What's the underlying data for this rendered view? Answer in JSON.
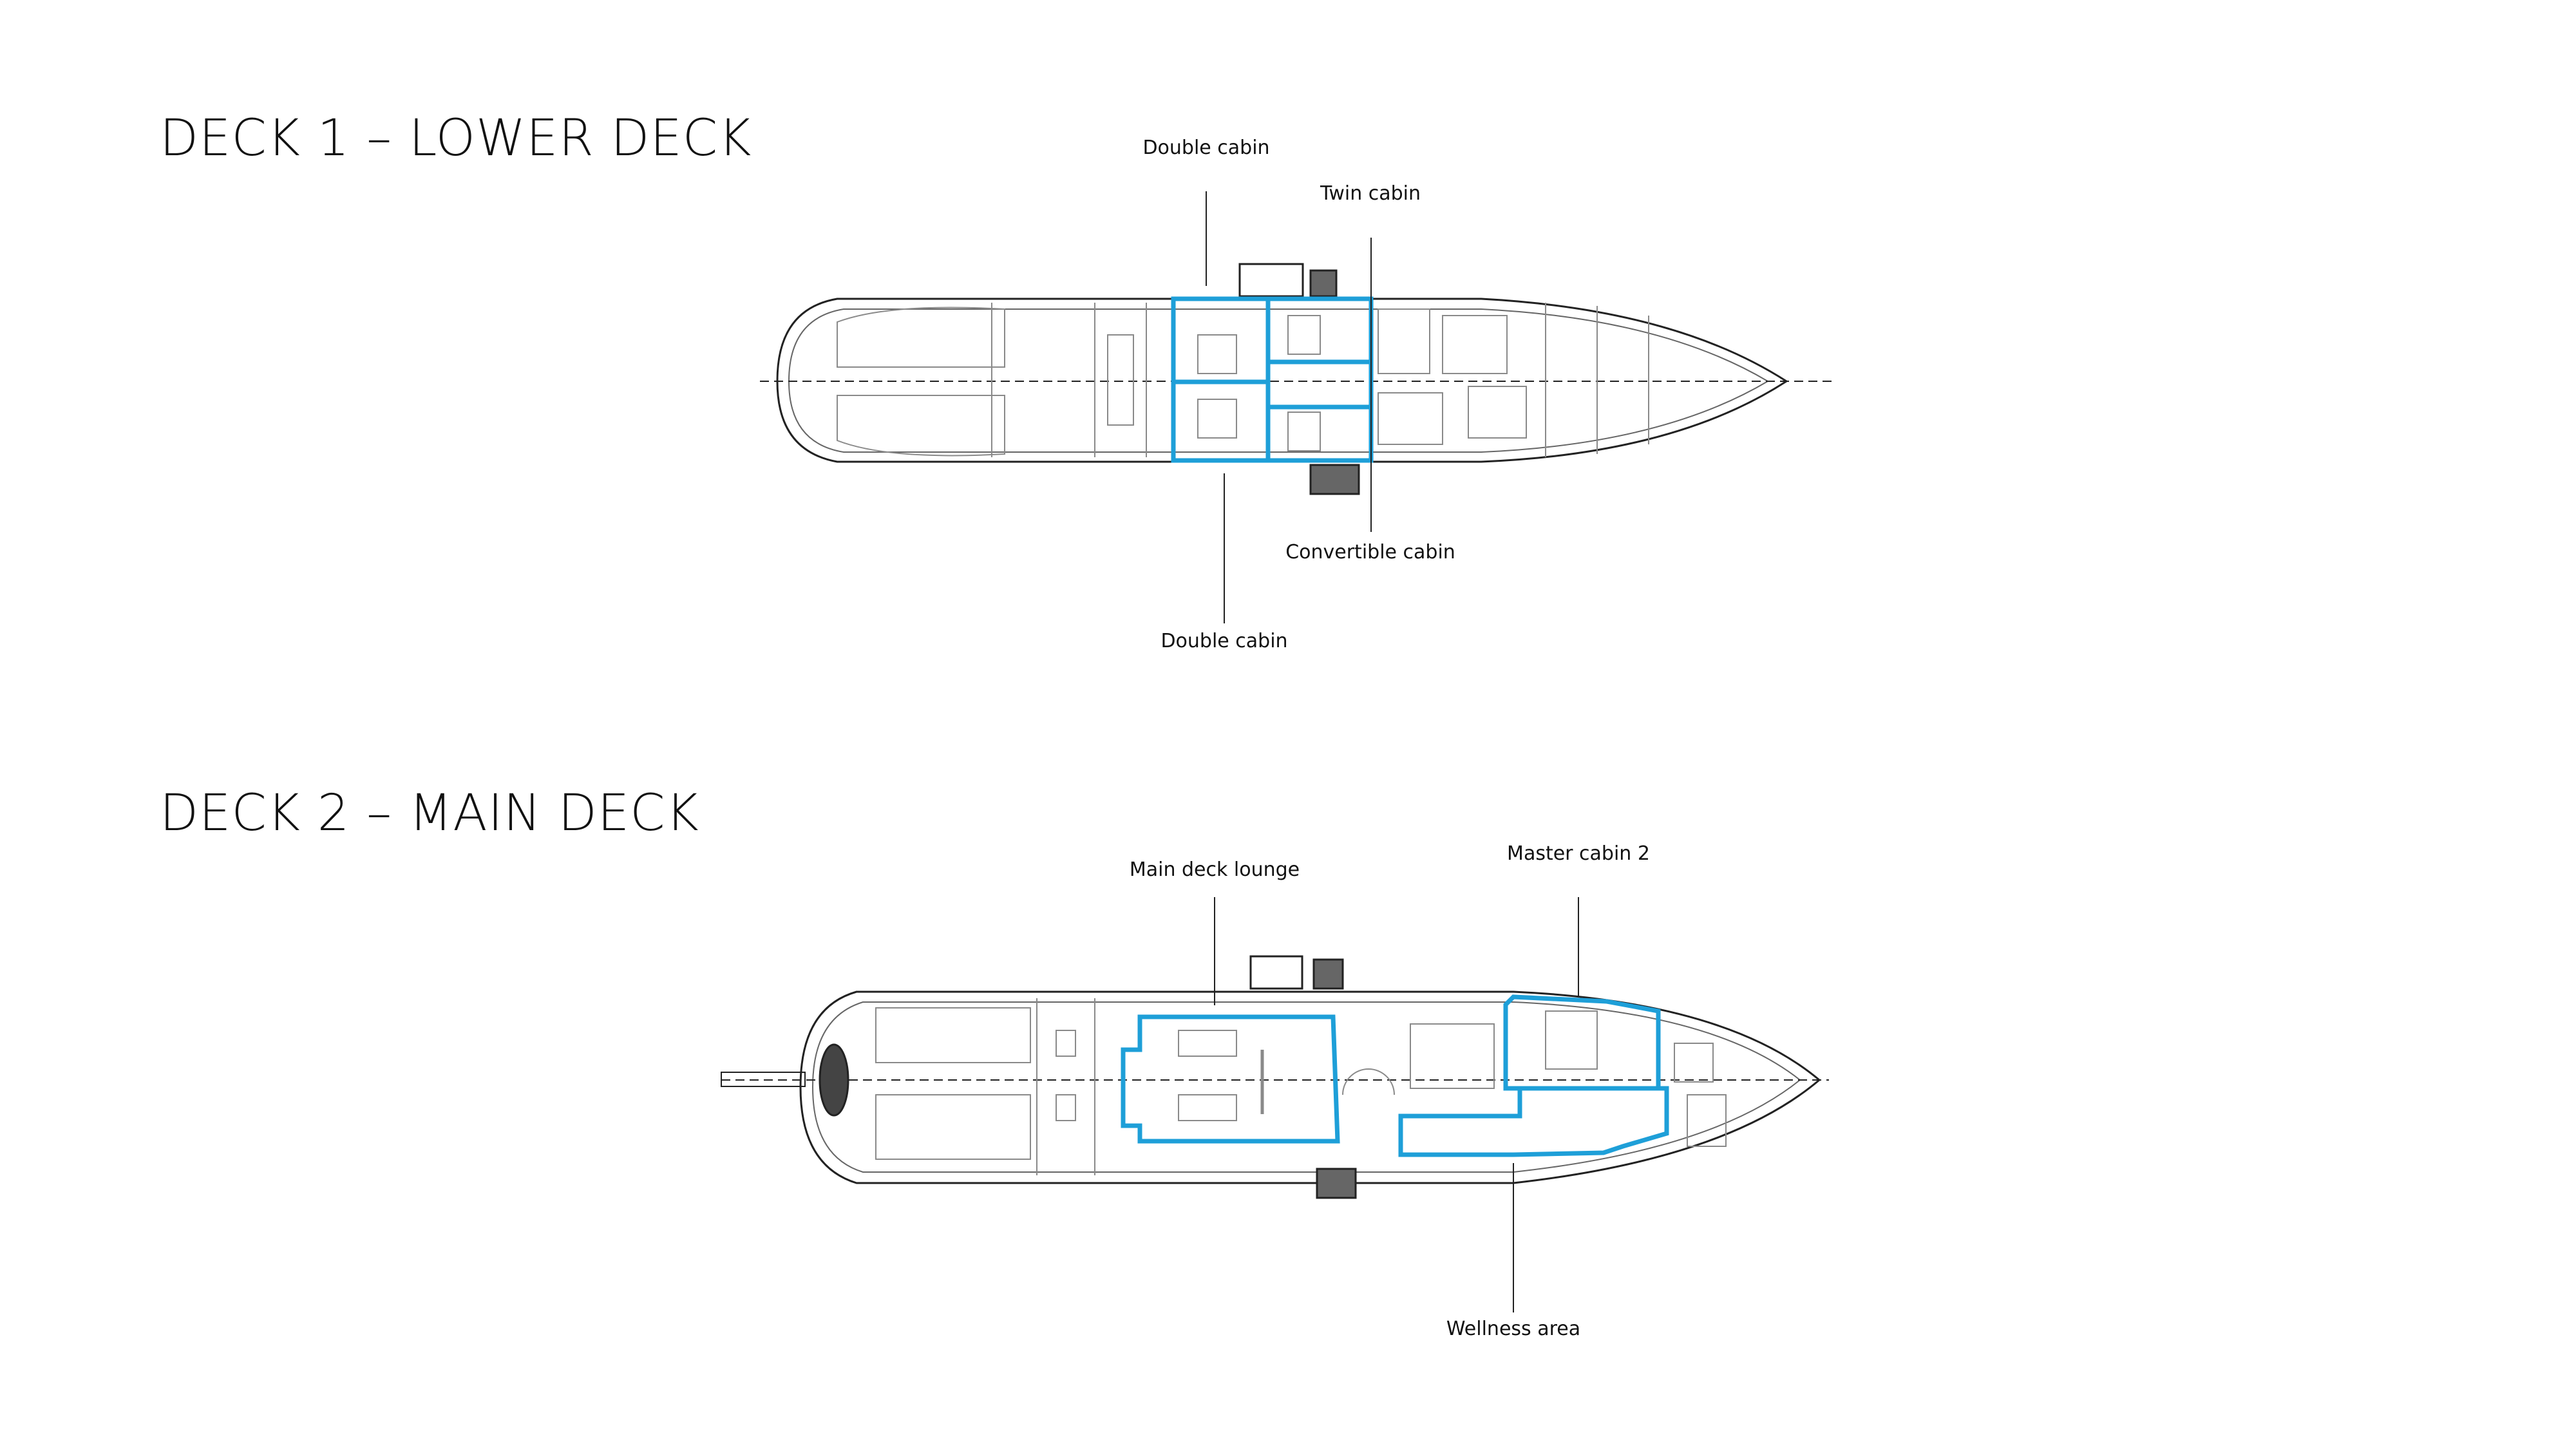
{
  "decks": [
    {
      "title": "DECK 1 – LOWER DECK",
      "labels": [
        "Double cabin",
        "Twin cabin",
        "Convertible cabin",
        "Double cabin"
      ]
    },
    {
      "title": "DECK 2 – MAIN DECK",
      "labels": [
        "Main deck lounge",
        "Master cabin 2",
        "Wellness area"
      ]
    }
  ],
  "colors": {
    "highlight": "#1e9fd8",
    "line": "#222222",
    "detail": "#8a8a8a"
  }
}
